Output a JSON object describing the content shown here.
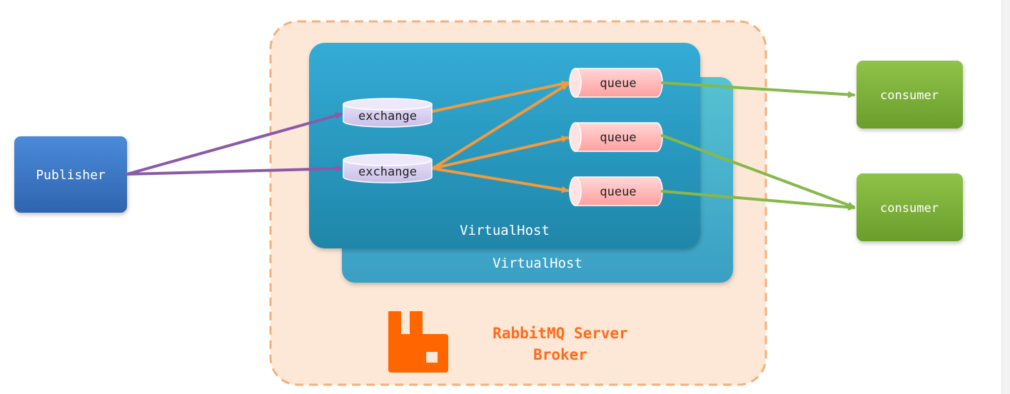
{
  "publisher": {
    "label": "Publisher"
  },
  "exchanges": [
    {
      "label": "exchange"
    },
    {
      "label": "exchange"
    }
  ],
  "queues": [
    {
      "label": "queue"
    },
    {
      "label": "queue"
    },
    {
      "label": "queue"
    }
  ],
  "consumers": [
    {
      "label": "consumer"
    },
    {
      "label": "consumer"
    }
  ],
  "virtual_hosts": [
    {
      "label": "VirtualHost"
    },
    {
      "label": "VirtualHost"
    }
  ],
  "broker": {
    "line1": "RabbitMQ Server",
    "line2": "Broker",
    "logo_icon": "rabbitmq-logo-icon"
  },
  "colors": {
    "broker_fill": "#fde8d7",
    "broker_border": "#f5b07a",
    "vhost_front": "#2a9cc4",
    "vhost_back": "#3fb0cc",
    "publisher": "#3b7ac9",
    "consumer": "#7fb23a",
    "exchange": "#d9d2f0",
    "queue": "#ffc4c4",
    "arrow_purple": "#8a5aa8",
    "arrow_orange": "#f39a3c",
    "arrow_green": "#86b84a",
    "logo": "#ff6600"
  }
}
